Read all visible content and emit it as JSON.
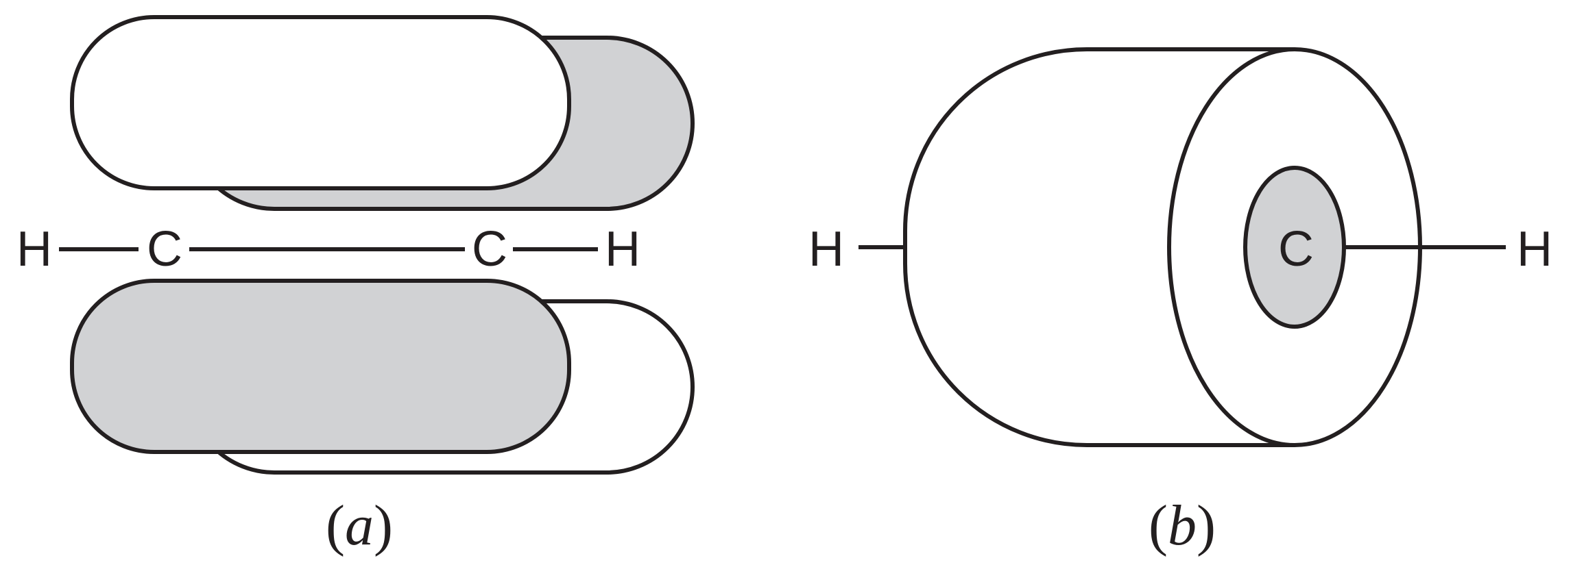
{
  "panel_a": {
    "atoms": {
      "h_left": "H",
      "c_left": "C",
      "c_right": "C",
      "h_right": "H"
    },
    "caption": {
      "open": "(",
      "letter": "a",
      "close": ")"
    }
  },
  "panel_b": {
    "atoms": {
      "h_left": "H",
      "c_center": "C",
      "h_right": "H"
    },
    "caption": {
      "open": "(",
      "letter": "b",
      "close": ")"
    }
  },
  "colors": {
    "line": "#231f20",
    "shaded": "#d1d2d4",
    "unshaded": "#ffffff"
  }
}
